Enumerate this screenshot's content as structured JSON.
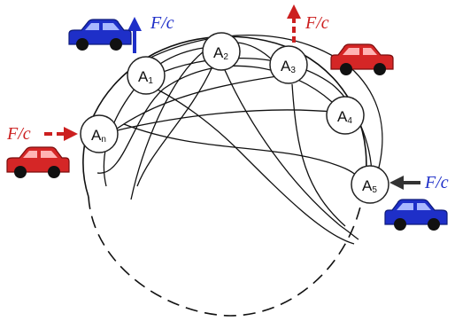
{
  "colors": {
    "blue": "#1e2fc8",
    "red": "#cc1f1f",
    "dark": "#333333",
    "node_fill": "#ffffff",
    "node_stroke": "#222222"
  },
  "nodes": [
    {
      "id": "A1",
      "main": "A",
      "sub": "1"
    },
    {
      "id": "A2",
      "main": "A",
      "sub": "2"
    },
    {
      "id": "A3",
      "main": "A",
      "sub": "3"
    },
    {
      "id": "A4",
      "main": "A",
      "sub": "4"
    },
    {
      "id": "A5",
      "main": "A",
      "sub": "5"
    },
    {
      "id": "An",
      "main": "A",
      "sub": "n"
    }
  ],
  "forces": [
    {
      "id": "top-left",
      "label": "F/c",
      "color": "blue",
      "car_color": "blue",
      "direction": "up"
    },
    {
      "id": "top-right",
      "label": "F/c",
      "color": "red",
      "car_color": "red",
      "direction": "up"
    },
    {
      "id": "left",
      "label": "F/c",
      "color": "red",
      "car_color": "red",
      "direction": "right"
    },
    {
      "id": "right",
      "label": "F/c",
      "color": "blue",
      "car_color": "blue",
      "direction": "left"
    }
  ]
}
